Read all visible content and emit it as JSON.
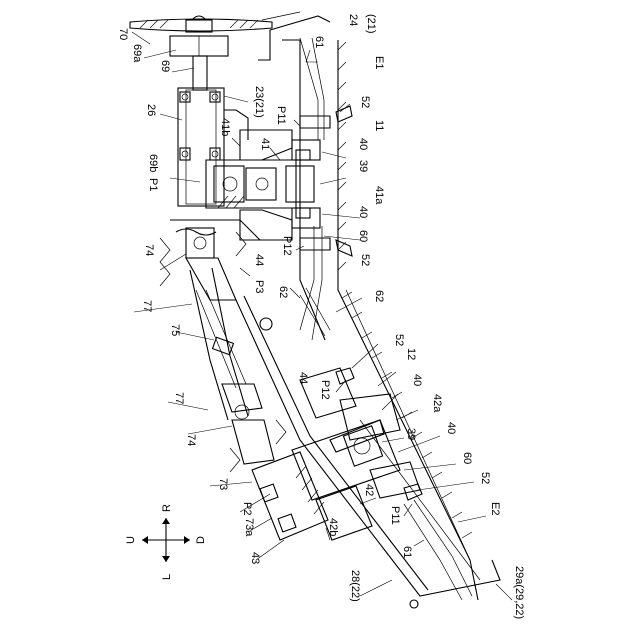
{
  "figure": {
    "labels": {
      "l70": "70",
      "l24": "24",
      "l21a": "(21)",
      "l61a": "61",
      "lE1": "E1",
      "l69a": "69a",
      "l69": "69",
      "l23": "23(21)",
      "l26": "26",
      "l52a": "52",
      "lP11a": "P11",
      "l11": "11",
      "l41b": "41b",
      "l41": "41",
      "l40a": "40",
      "l39a": "39",
      "l69b": "69b",
      "lP1": "P1",
      "l41a": "41a",
      "l40b": "40",
      "l60a": "60",
      "lP12a": "P12",
      "l44a": "44",
      "l52b": "52",
      "l74a": "74",
      "lP3": "P3",
      "l62a": "62",
      "l62b": "62",
      "l77a": "77",
      "l75": "75",
      "l52c": "52",
      "l12": "12",
      "l44b": "44",
      "lP12b": "P12",
      "l40c": "40",
      "l42a": "42a",
      "l77b": "77",
      "l74b": "74",
      "l39b": "39",
      "l40d": "40",
      "l60b": "60",
      "l73": "73",
      "l52d": "52",
      "l42": "42",
      "lP2": "P2",
      "lE2": "E2",
      "l73a": "73a",
      "lP11b": "P11",
      "l42b": "42b",
      "l43": "43",
      "l61b": "61",
      "l28": "28(22)",
      "l29a": "29a(29,22)"
    },
    "legend": {
      "up": "U",
      "down": "D",
      "right": "R",
      "left": "L"
    }
  }
}
